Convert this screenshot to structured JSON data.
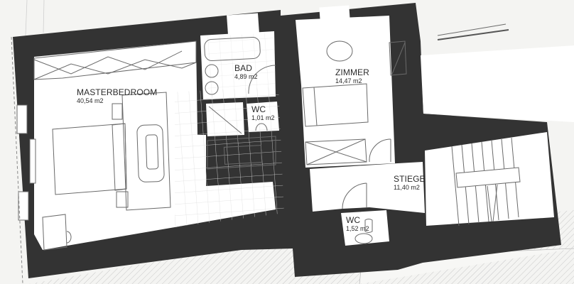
{
  "plan": {
    "colors": {
      "paper": "#f4f4f2",
      "floor": "#ffffff",
      "wall": "#333333",
      "line": "#6a6a6a",
      "grid": "#dcdcdc",
      "text": "#2a2a2a"
    },
    "rooms": [
      {
        "id": "masterbedroom",
        "name": "MASTERBEDROOM",
        "area": "40,54 m2"
      },
      {
        "id": "bad",
        "name": "BAD",
        "area": "4,89 m2"
      },
      {
        "id": "wc-upper",
        "name": "WC",
        "area": "1,01 m2"
      },
      {
        "id": "zimmer",
        "name": "ZIMMER",
        "area": "14,47 m2"
      },
      {
        "id": "stiege",
        "name": "STIEGE",
        "area": "11,40 m2"
      },
      {
        "id": "wc-lower",
        "name": "WC",
        "area": "1,52 m2"
      }
    ]
  }
}
